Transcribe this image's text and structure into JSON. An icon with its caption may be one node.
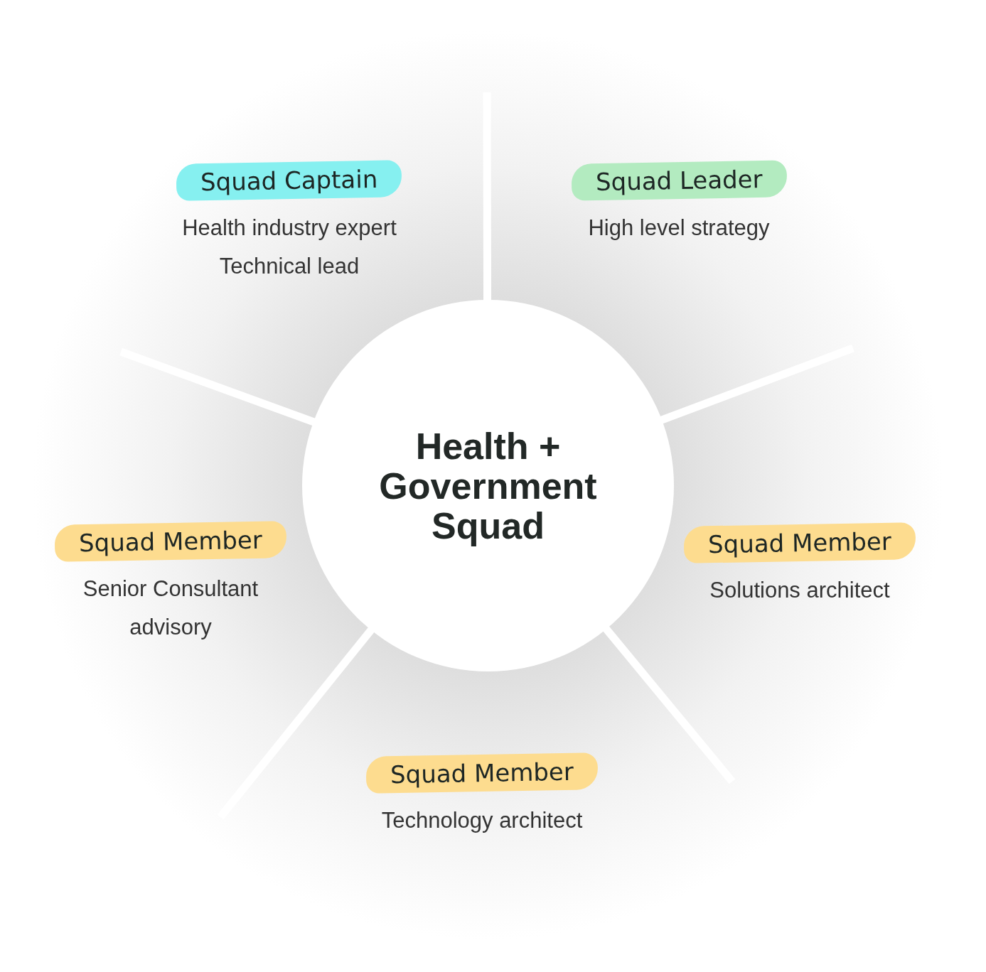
{
  "diagram": {
    "nodes": [
      {
        "text": [
          "Health + Government Squad"
        ]
      },
      {
        "text": [
          "Squad Captain",
          "Health industry expert",
          "Technical lead"
        ]
      },
      {
        "text": [
          "Squad Leader",
          "High level strategy"
        ]
      },
      {
        "text": [
          "Squad Member",
          "Senior Consultant advisory"
        ]
      },
      {
        "text": [
          "Squad Member",
          "Solutions architect"
        ]
      },
      {
        "text": [
          "Squad Member",
          "Technology architect"
        ]
      }
    ]
  }
}
